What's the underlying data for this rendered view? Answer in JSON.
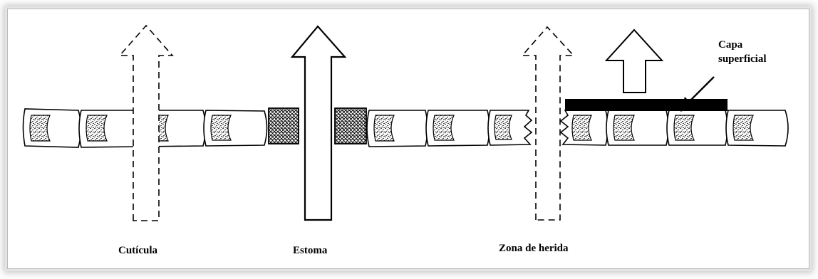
{
  "diagram": {
    "labels": {
      "cuticula": "Cutícula",
      "estoma": "Estoma",
      "zona_herida": "Zona de herida",
      "capa_line1": "Capa",
      "capa_line2": "superficial"
    }
  },
  "colors": {
    "ink": "#000000",
    "frame_border": "#b9b9b9",
    "cell_fill": "#ffffff"
  }
}
